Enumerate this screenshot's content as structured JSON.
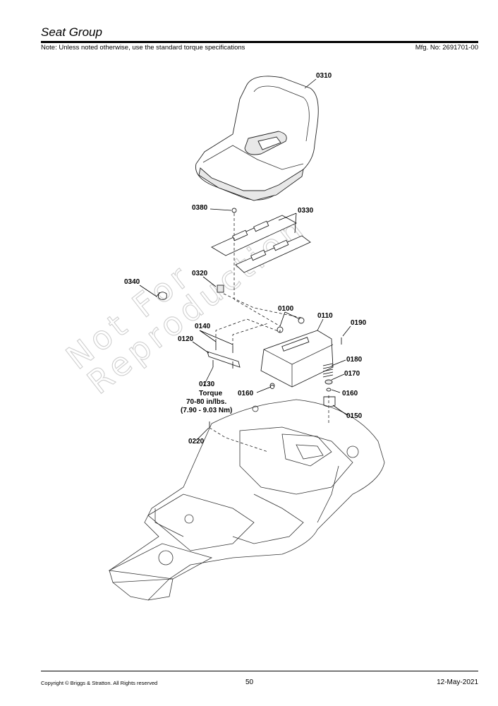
{
  "header": {
    "title": "Seat Group",
    "note": "Note: Unless noted otherwise, use the standard torque specifications",
    "mfg": "Mfg. No: 2691701-00"
  },
  "callouts": {
    "c0310": "0310",
    "c0380": "0380",
    "c0330": "0330",
    "c0340": "0340",
    "c0320": "0320",
    "c0100": "0100",
    "c0110": "0110",
    "c0190": "0190",
    "c0140": "0140",
    "c0120": "0120",
    "c0180": "0180",
    "c0170": "0170",
    "c0130": "0130",
    "c0160a": "0160",
    "c0160b": "0160",
    "c0150": "0150",
    "c0220": "0220"
  },
  "torque": {
    "label": "Torque",
    "value_imperial": "70-80 in/lbs.",
    "value_metric": "(7.90 - 9.03 Nm)"
  },
  "watermark": {
    "line1": "Not For",
    "line2": "Reproduction"
  },
  "footer": {
    "copyright": "Copyright ©  Briggs & Stratton. All Rights reserved",
    "page": "50",
    "date": "12-May-2021"
  }
}
